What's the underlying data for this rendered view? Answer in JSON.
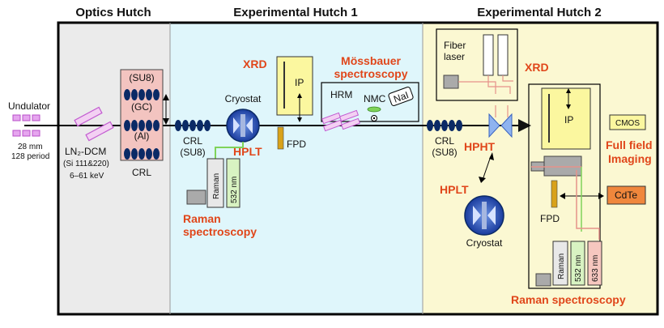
{
  "headers": {
    "optics": "Optics Hutch",
    "exp1": "Experimental Hutch 1",
    "exp2": "Experimental Hutch 2"
  },
  "source": {
    "undulator": "Undulator",
    "undulator_spec_1": "28 mm",
    "undulator_spec_2": "128 period"
  },
  "optics": {
    "dcm_label": "LN₂-DCM",
    "dcm_crystals": "(Si 111&220)",
    "energy_range": "6–61 keV",
    "crl_su8": "(SU8)",
    "crl_gc": "(GC)",
    "crl_al": "(Al)",
    "crl_label": "CRL"
  },
  "hutch1": {
    "crl_label": "CRL",
    "crl_material": "(SU8)",
    "cryostat": "Cryostat",
    "hplt": "HPLT",
    "xrd": "XRD",
    "ip": "IP",
    "fpd": "FPD",
    "mossbauer_1": "Mössbauer",
    "mossbauer_2": "spectroscopy",
    "hrm": "HRM",
    "nmc": "NMC",
    "nai": "NaI",
    "raman_box": "Raman",
    "laser_532": "532 nm",
    "raman_title_1": "Raman",
    "raman_title_2": "spectroscopy"
  },
  "hutch2": {
    "crl_label": "CRL",
    "crl_material": "(SU8)",
    "fiber_laser_1": "Fiber",
    "fiber_laser_2": "laser",
    "xrd": "XRD",
    "hpht": "HPHT",
    "ip": "IP",
    "cmos": "CMOS",
    "full_field_1": "Full field",
    "full_field_2": "Imaging",
    "cdte": "CdTe",
    "fpd": "FPD",
    "hplt": "HPLT",
    "cryostat": "Cryostat",
    "raman_box": "Raman",
    "laser_532": "532 nm",
    "laser_633": "633 nm",
    "raman_title": "Raman spectroscopy"
  },
  "colors": {
    "optics_bg": "#ebebeb",
    "hutch1_bg": "#dff6fb",
    "hutch2_bg": "#fbf8d2",
    "accent_red": "#e0461a",
    "ip_fill": "#fbf79f",
    "crl_box": "#f3c4c0",
    "lens": "#0b2a66",
    "cdte_fill": "#f0873c",
    "raman_box_fill": "#e8e8e8",
    "laser_532_fill": "#d8f3c2",
    "laser_633_fill": "#f6c7bf"
  }
}
